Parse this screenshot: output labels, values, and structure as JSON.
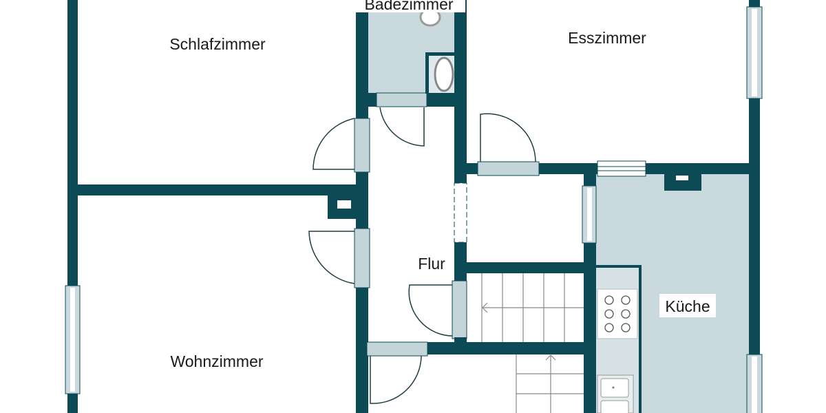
{
  "rooms": {
    "schlafzimmer": "Schlafzimmer",
    "badezimmer": "Badezimmer",
    "esszimmer": "Esszimmer",
    "flur": "Flur",
    "kueche": "Küche",
    "wohnzimmer": "Wohnzimmer"
  },
  "colors": {
    "wall": "#0c4a55",
    "wet_room_fill": "#c9d9dd",
    "door_panel": "#c4d5d9"
  }
}
